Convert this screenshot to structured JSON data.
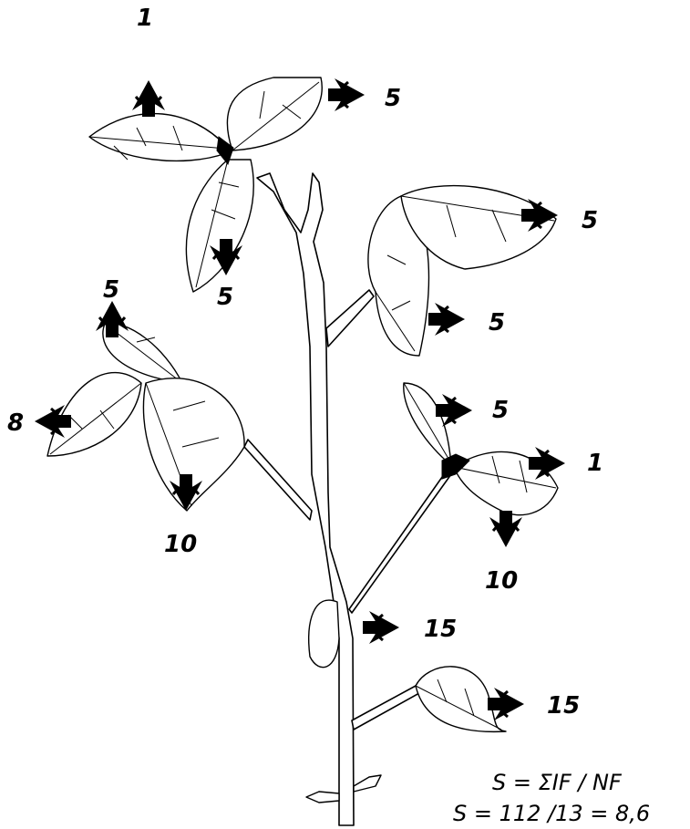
{
  "diagram": {
    "title": "",
    "annotations": [
      {
        "id": "a1",
        "text": "1",
        "direction": "up"
      },
      {
        "id": "a2",
        "text": "5",
        "direction": "right"
      },
      {
        "id": "a3",
        "text": "5",
        "direction": "down"
      },
      {
        "id": "a4",
        "text": "5",
        "direction": "right"
      },
      {
        "id": "a5",
        "text": "5",
        "direction": "right"
      },
      {
        "id": "a6",
        "text": "5",
        "direction": "up"
      },
      {
        "id": "a7",
        "text": "8",
        "direction": "left"
      },
      {
        "id": "a8",
        "text": "10",
        "direction": "down"
      },
      {
        "id": "a9",
        "text": "5",
        "direction": "right"
      },
      {
        "id": "a10",
        "text": "1",
        "direction": "right"
      },
      {
        "id": "a11",
        "text": "10",
        "direction": "down"
      },
      {
        "id": "a12",
        "text": "15",
        "direction": "right"
      },
      {
        "id": "a13",
        "text": "15",
        "direction": "right"
      }
    ],
    "formula_line1": "S = ΣIF / NF",
    "formula_line2": "S = 112 /13 = 8,6"
  }
}
